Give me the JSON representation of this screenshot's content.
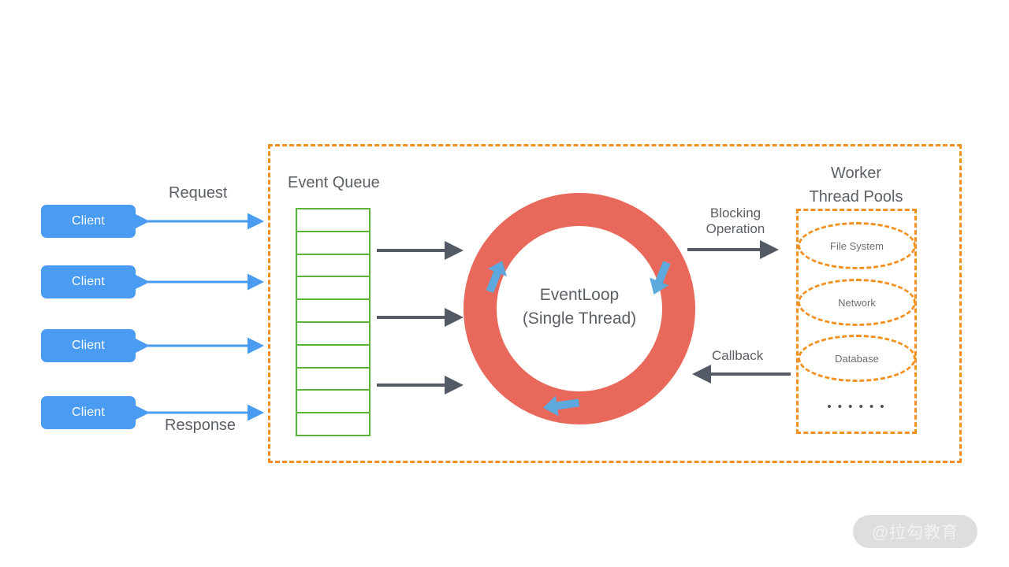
{
  "diagram": {
    "title_region_label": "Event Queue",
    "colors": {
      "client_blue": "#4a9cf2",
      "queue_green": "#5cb338",
      "ring_red": "#e8695c",
      "arrow_gray": "#555b66",
      "dashed_orange": "#f29120",
      "text_gray": "#5b6066",
      "blue_arrow": "#5da9dd",
      "watermark_bg": "#dedede"
    }
  },
  "clients": {
    "items": [
      {
        "label": "Client"
      },
      {
        "label": "Client"
      },
      {
        "label": "Client"
      },
      {
        "label": "Client"
      }
    ],
    "request_label": "Request",
    "response_label": "Response"
  },
  "event_queue": {
    "title": "Event Queue",
    "cell_count": 10,
    "cells": [
      "",
      "",
      "",
      "",
      "",
      "",
      "",
      "",
      "",
      ""
    ]
  },
  "event_loop": {
    "line1": "EventLoop",
    "line2": "(Single Thread)"
  },
  "worker_pools": {
    "title_line1": "Worker",
    "title_line2": "Thread Pools",
    "pools": [
      {
        "label": "File System"
      },
      {
        "label": "Network"
      },
      {
        "label": "Database"
      }
    ],
    "more_indicator": "• • • • • •"
  },
  "flow_labels": {
    "blocking_line1": "Blocking",
    "blocking_line2": "Operation",
    "callback": "Callback"
  },
  "watermark": {
    "text": "@拉勾教育"
  }
}
